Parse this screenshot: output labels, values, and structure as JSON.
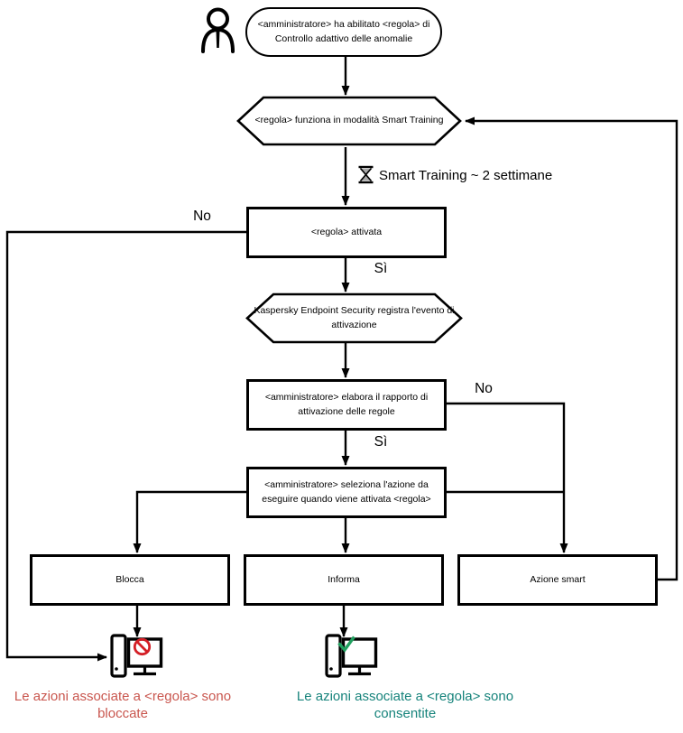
{
  "nodes": {
    "start": "<amministratore> ha abilitato <regola> di\nControllo adattivo delle anomalie",
    "smart_mode": "<regola> funziona in modalità Smart Training",
    "rule_activated": "<regola> attivata",
    "kes_event": "Kaspersky Endpoint Security registra l'evento di\nattivazione",
    "admin_report": "<amministratore> elabora il rapporto di\nattivazione delle regole",
    "admin_select": "<amministratore> seleziona l'azione da\neseguire quando viene attivata <regola>",
    "block": "Blocca",
    "inform": "Informa",
    "smart_action": "Azione smart"
  },
  "edge_labels": {
    "activated_no": "No",
    "activated_yes": "Sì",
    "report_no": "No",
    "report_yes": "Sì"
  },
  "annotations": {
    "training_duration": "Smart Training ~ 2 settimane"
  },
  "captions": {
    "blocked": "Le azioni associate a <regola> sono\nbloccate",
    "allowed": "Le azioni associate a <regola> sono\nconsentite"
  },
  "icons": {
    "person": "person-icon",
    "hourglass": "hourglass-icon",
    "computer_blocked": "computer-blocked-icon",
    "computer_allowed": "computer-allowed-icon",
    "prohibit": "prohibit-icon",
    "check": "check-icon"
  },
  "colors": {
    "line": "#000000",
    "blocked_caption": "#c9564e",
    "allowed_caption": "#16837b",
    "prohibit": "#d41f26",
    "check": "#21a05f",
    "hourglass_sand": "#a9a9a9"
  }
}
